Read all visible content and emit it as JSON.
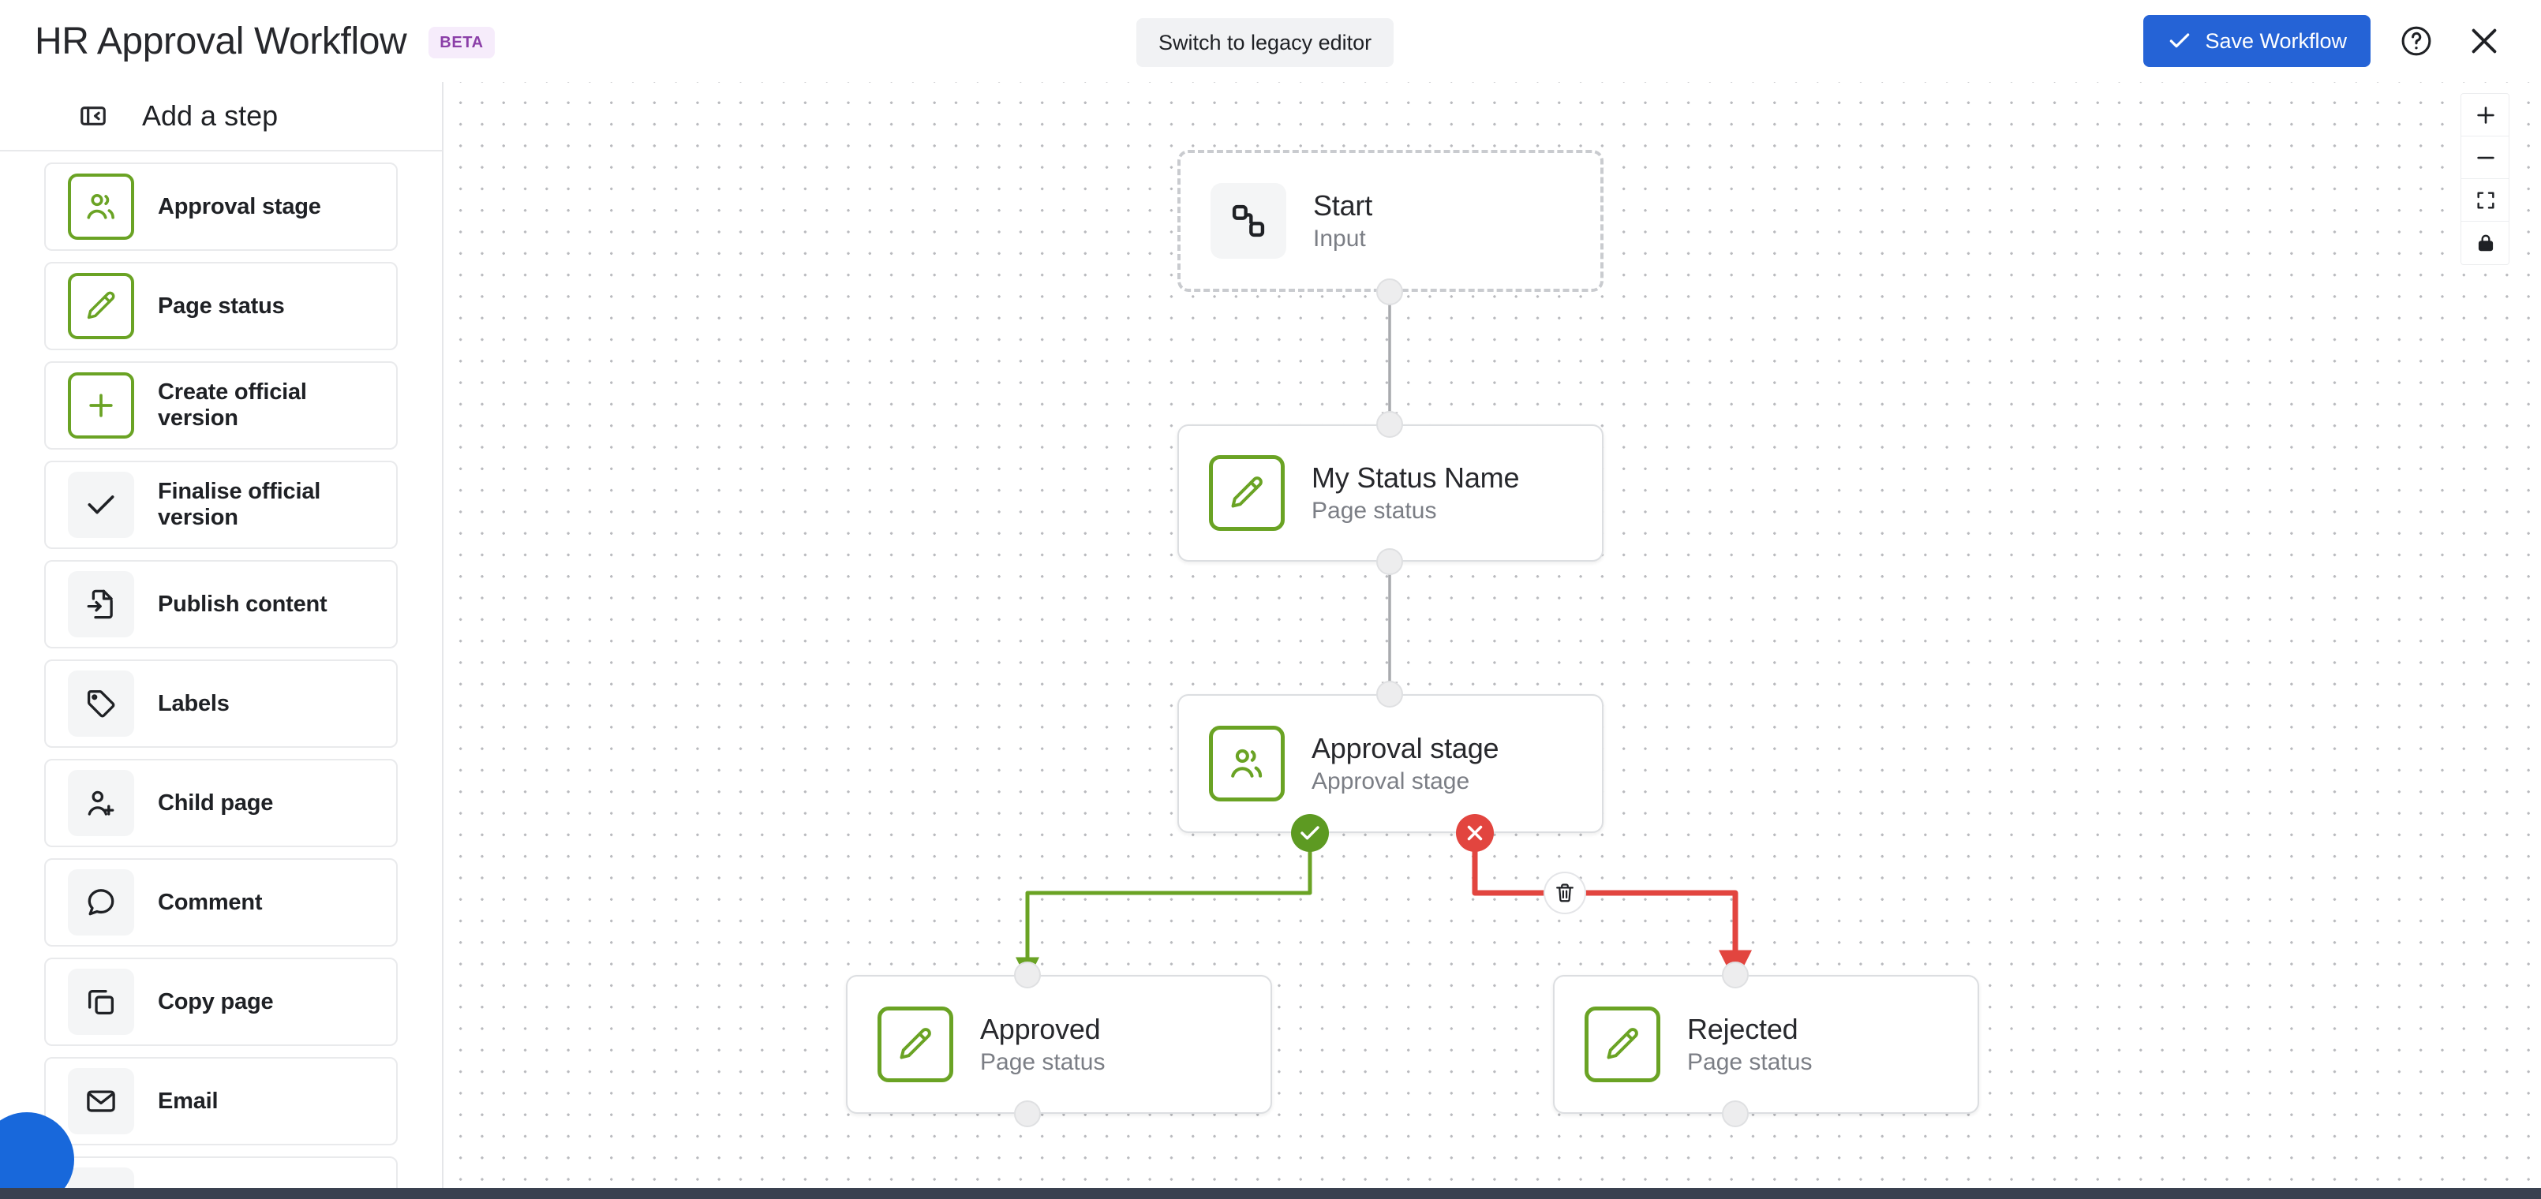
{
  "header": {
    "title": "HR Approval Workflow",
    "badge": "BETA",
    "legacy_button": "Switch to legacy editor",
    "save_button": "Save Workflow",
    "help_icon": "help-circle-icon",
    "close_icon": "close-icon",
    "check_icon": "check-icon",
    "accent_color": "#2563d6",
    "badge_bg": "#f6ecfb",
    "badge_fg": "#8b3fa8"
  },
  "sidebar": {
    "title": "Add a step",
    "collapse_icon": "sidebar-collapse-icon",
    "items": [
      {
        "label": "Approval stage",
        "icon": "users-icon",
        "icon_style": "green"
      },
      {
        "label": "Page status",
        "icon": "pencil-icon",
        "icon_style": "green"
      },
      {
        "label": "Create official version",
        "icon": "plus-icon",
        "icon_style": "green"
      },
      {
        "label": "Finalise official version",
        "icon": "check-icon",
        "icon_style": "grey"
      },
      {
        "label": "Publish content",
        "icon": "file-export-icon",
        "icon_style": "grey"
      },
      {
        "label": "Labels",
        "icon": "tag-icon",
        "icon_style": "grey"
      },
      {
        "label": "Child page",
        "icon": "user-plus-icon",
        "icon_style": "grey"
      },
      {
        "label": "Comment",
        "icon": "comment-icon",
        "icon_style": "grey"
      },
      {
        "label": "Copy page",
        "icon": "copy-icon",
        "icon_style": "grey"
      },
      {
        "label": "Email",
        "icon": "envelope-icon",
        "icon_style": "grey"
      }
    ]
  },
  "canvas": {
    "nodes": [
      {
        "id": "start",
        "title": "Start",
        "subtitle": "Input",
        "icon": "workflow-start-icon",
        "icon_style": "grey",
        "variant": "start"
      },
      {
        "id": "status",
        "title": "My Status Name",
        "subtitle": "Page status",
        "icon": "pencil-icon",
        "icon_style": "green",
        "variant": "card"
      },
      {
        "id": "approval",
        "title": "Approval stage",
        "subtitle": "Approval stage",
        "icon": "users-icon",
        "icon_style": "green",
        "variant": "card"
      },
      {
        "id": "approved",
        "title": "Approved",
        "subtitle": "Page status",
        "icon": "pencil-icon",
        "icon_style": "green",
        "variant": "card"
      },
      {
        "id": "rejected",
        "title": "Rejected",
        "subtitle": "Page status",
        "icon": "pencil-icon",
        "icon_style": "green",
        "variant": "card"
      }
    ],
    "edges": [
      {
        "from": "start",
        "to": "status",
        "color": "#a8aaae",
        "kind": "default"
      },
      {
        "from": "status",
        "to": "approval",
        "color": "#a8aaae",
        "kind": "default"
      },
      {
        "from": "approval",
        "to": "approved",
        "color": "#6aa324",
        "kind": "approved"
      },
      {
        "from": "approval",
        "to": "rejected",
        "color": "#e2453f",
        "kind": "rejected"
      }
    ],
    "approve_handle_icon": "check-circle-icon",
    "reject_handle_icon": "x-circle-icon",
    "edge_delete_icon": "trash-icon",
    "approve_color": "#5d9a22",
    "reject_color": "#e2453f",
    "controls": [
      {
        "name": "zoom-in",
        "icon": "plus-icon"
      },
      {
        "name": "zoom-out",
        "icon": "minus-icon"
      },
      {
        "name": "fit-view",
        "icon": "fit-view-icon"
      },
      {
        "name": "lock-view",
        "icon": "lock-icon"
      }
    ]
  }
}
